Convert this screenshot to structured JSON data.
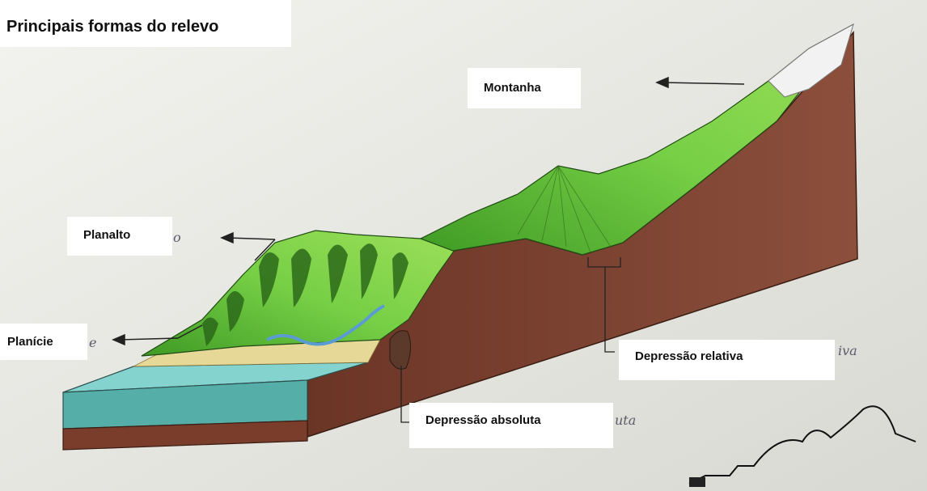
{
  "figure": {
    "title": "Principais formas do relevo",
    "labels": {
      "montanha": "Montanha",
      "planalto": "Planalto",
      "planicie": "Planície",
      "depressao_relativa": "Depressão relativa",
      "depressao_absoluta": "Depressão absoluta"
    },
    "colors": {
      "paper": "#e9e8e1",
      "soil": "#8a4a38",
      "soil_dark": "#6b3526",
      "grass": "#5bbf3a",
      "grass_light": "#8fd64e",
      "forest": "#2f6e1c",
      "water_top": "#7fd0cc",
      "water_side": "#4fa8a4",
      "sand": "#e7d99a",
      "snow": "#f4f4f4",
      "river": "#5a9bd4"
    }
  }
}
